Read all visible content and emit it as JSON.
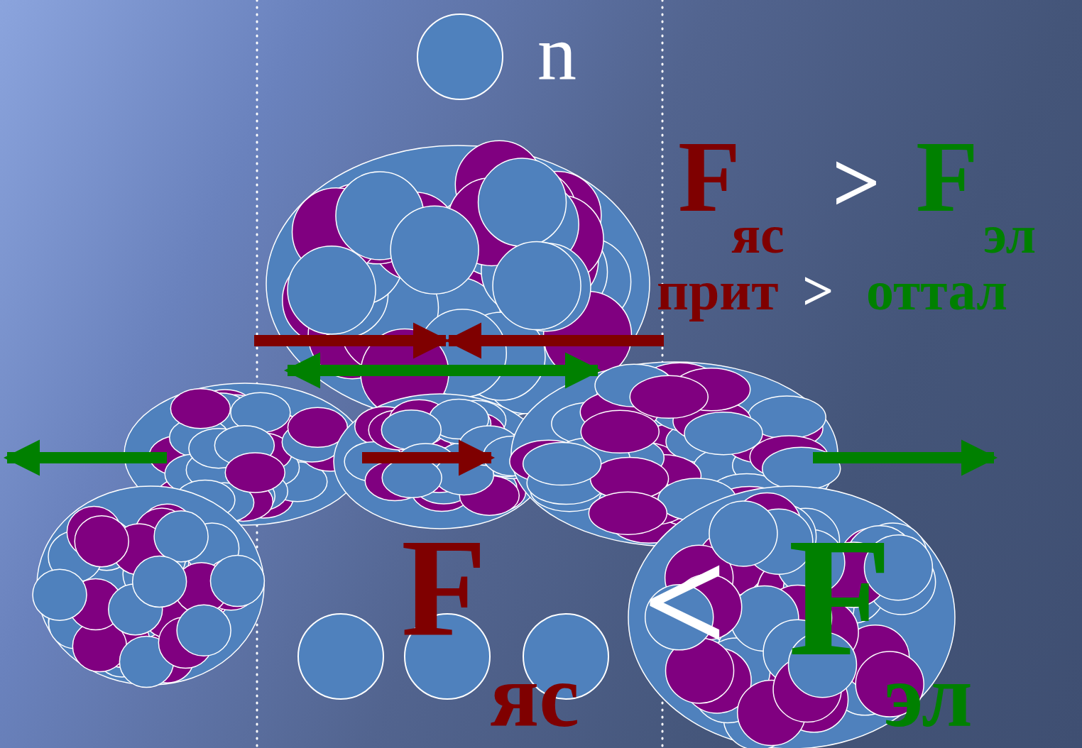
{
  "diagram": {
    "labels": [
      "n",
      "F",
      "яс",
      ">",
      "F",
      "эл",
      "прит",
      ">",
      "оттал",
      "F",
      "яс",
      "<",
      "F",
      "эл"
    ]
  }
}
